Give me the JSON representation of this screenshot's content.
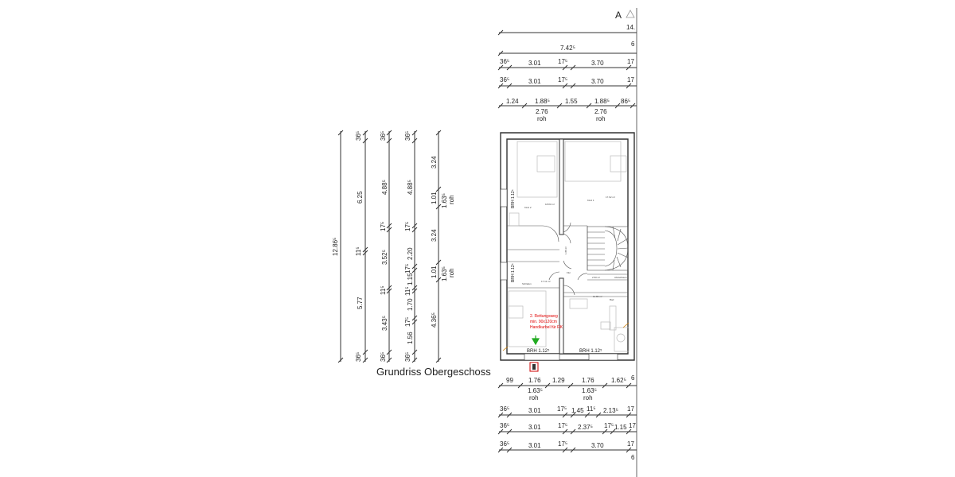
{
  "title": "Grundriss Obergeschoss",
  "section_mark": "A",
  "top_dims": {
    "row1": [
      "14."
    ],
    "row2": [
      "7.42⁵",
      "6"
    ],
    "row3": [
      "36⁵",
      "3.01",
      "17⁵",
      "3.70",
      "17"
    ],
    "row4": [
      "36⁵",
      "3.01",
      "17⁵",
      "3.70",
      "17"
    ],
    "row5": [
      "1.24",
      "1.88⁵",
      "1.55",
      "1.88⁵",
      "86⁵"
    ],
    "row5_under": [
      "2.76",
      "roh",
      "2.76",
      "roh"
    ]
  },
  "bottom_dims": {
    "row1": [
      "99",
      "1.76",
      "1.29",
      "1.76",
      "1.62⁵",
      "6"
    ],
    "row1_under": [
      "1.63⁵",
      "roh",
      "1.63⁵",
      "roh"
    ],
    "row2": [
      "36⁵",
      "3.01",
      "17⁵",
      "1.45",
      "11⁵",
      "2.13⁵",
      "17"
    ],
    "row3": [
      "36⁵",
      "3.01",
      "17⁵",
      "2.37⁵",
      "17⁵",
      "1.15",
      "17"
    ],
    "row4": [
      "36⁵",
      "3.01",
      "17⁵",
      "3.70",
      "17"
    ],
    "row4_under": [
      "6"
    ]
  },
  "left_dims": {
    "col1": [
      "12.86⁵"
    ],
    "col2": [
      "36⁵",
      "6.25",
      "11⁵",
      "5.77",
      "36⁵"
    ],
    "col3": [
      "36⁵",
      "4.88⁵",
      "17⁵",
      "3.52⁵",
      "11⁵",
      "3.43⁵",
      "36⁵"
    ],
    "col4": [
      "36⁵",
      "4.88⁵",
      "17⁵",
      "2.20",
      "17⁵",
      "1.15",
      "11⁵",
      "1.70",
      "17⁵",
      "1.56",
      "36⁵"
    ],
    "col5": [
      "3.24",
      "1.01",
      "1.63⁵",
      "roh",
      "3.24",
      "1.01",
      "1.63⁵",
      "roh",
      "4.36⁵"
    ]
  },
  "rooms": {
    "kind2": "Kind 2",
    "kind1": "Kind 1",
    "flur": "Flur",
    "schlafen": "Schlafen",
    "bad": "Bad",
    "abstell": "Abstellraum",
    "area_small": "1.88 m²",
    "area_room": "18.83 m²",
    "area_room2": "17.62 m²",
    "area_room3": "17.11 m²",
    "area_bad": "11.86 m²",
    "area_store": "2.50 m²"
  },
  "sill_labels": [
    "BRH 1.12⁵",
    "BRH 1.12⁵",
    "BRH 1.12⁵",
    "BRH 1.12⁵"
  ],
  "note": {
    "lines": [
      "2. Rettungsweg",
      "min. 90x120cm",
      "Handkurbel für RK"
    ],
    "color": "#e00000"
  },
  "colors": {
    "lines": "#333333",
    "arrow": "#22aa22",
    "marker": "#cc0000"
  }
}
